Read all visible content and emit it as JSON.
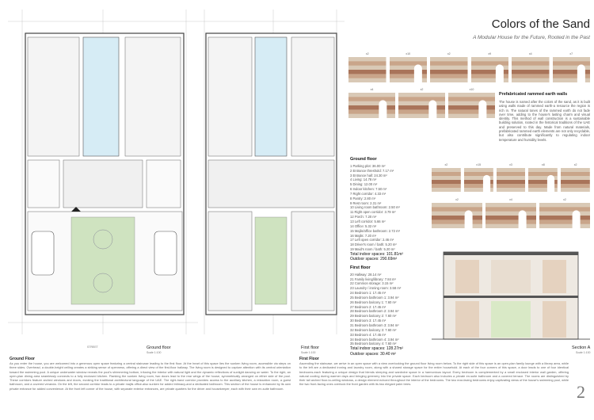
{
  "header": {
    "title": "Colors of the Sand",
    "subtitle": "A Modular House for the Future, Rooted in the Past"
  },
  "plans": {
    "ground": {
      "label": "Ground floor",
      "scale": "Scale 1:100",
      "street": "STREET"
    },
    "first": {
      "label": "First floor",
      "scale": "Scale 1:100"
    },
    "section": {
      "label": "Section A",
      "scale": "Scale 1:100"
    }
  },
  "panels": {
    "row1": [
      "x2",
      "x10",
      "x2",
      "x9",
      "x4",
      "x7"
    ],
    "row2": [
      "x4",
      "x2",
      "x10"
    ],
    "row3": [
      "x2",
      "x15",
      "x3",
      "x8",
      "x2"
    ],
    "row4": [
      "x2",
      "x4",
      "x2"
    ]
  },
  "walls": {
    "heading": "Prefabricated rammed earth walls",
    "text": "The house is named after the colors of the sand, as it is built using walls made of rammed earth-a resource the region is rich in. The natural tones of the rammed earth do not fade over time, adding to the house's lasting charm and visual identity. This method of wall construction is a sustainable building solution, rooted in the historical traditions of the UAE and preserved to this day. Made from natural materials, prefabricated rammed earth elements are not only recyclable, but also contribute significantly to regulating indoor temperature and humidity levels."
  },
  "ground_floor": {
    "heading": "Ground floor",
    "rooms": [
      "1 Parking plot: 36.00 m²",
      "2 Entrance threshold: 7.17 m²",
      "3 Entrance hall: 24.30 m²",
      "4 Living: 14.78 m²",
      "5 Dining: 12.00 m²",
      "6 Indoor kitchen: 7.50 m²",
      "7 Right corridor: 4.33 m²",
      "8 Pantry: 2.80 m²",
      "9 Rest room: 2.31 m²",
      "10 Living room bathroom: 2.50 m²",
      "11 Right open corridor: 3.79 m²",
      "12 Porch: 7.20 m²",
      "13 Left corridor: 5.66 m²",
      "14 Office: 5.32 m²",
      "15 Majlis/office bathroom: 2.72 m²",
      "16 Majlis: 7.20 m²",
      "17 Left open corridor: 2.46 m²",
      "18 Driver's room / bath: 5.20 m²",
      "19 Maid's room / bath: 5.20 m²"
    ],
    "total_indoor": "Total indoor spaces: 101.81m²",
    "outdoor": "Outdoor spaces: 290.69m²"
  },
  "first_floor": {
    "heading": "First floor",
    "rooms": [
      "20 Hallway: 28.14 m²",
      "21 Family living/library: 7.84 m²",
      "22 Common storage: 3.15 m²",
      "23 Laundry / ironing room: 3.58 m²",
      "24 Bedroom 1: 17.45 m²",
      "25 Bedroom bathroom 1: 3.94 m²",
      "26 Bedroom balcony 1: 7.60 m²",
      "27 Bedroom 2: 17.45 m²",
      "28 Bedroom bathroom 2: 3.94 m²",
      "29 Bedroom balcony 2: 7.60 m²",
      "30 Bedroom 3: 17.45 m²",
      "31 Bedroom bathroom 3: 3.94 m²",
      "32 Bedroom balcony 3: 7.60 m²",
      "33 Bedroom 4: 17.45 m²",
      "34 Bedroom bathroom 4: 3.94 m²",
      "35 Bedroom balcony 4: 7.60 m²"
    ],
    "total_indoor": "Total indoor spaces: 128.27m²",
    "outdoor": "Outdoor spaces: 30.40 m²"
  },
  "texts": {
    "ground_heading": "Ground Floor",
    "ground_text": "As you enter the house, you are welcomed into a generous open space featuring a central staircase leading to the first floor. At the heart of this space lies the sunken living room, accessible via steps on three sides. Overhead, a double-height ceiling creates a striking sense of openness, offering a direct view of the first-floor hallway. The living room is designed to capture attention with its central orientation toward the swimming pool. A unique underwater window reveals the pool's shimmering bottom, infusing the interior with natural light and the dynamic reflections of sunlight dancing on water. To the right, an open-plan dining area seamlessly connects to a fully enclosed kitchen. Flanking the sunken living room, two doors lead to the rear wings of the house, symmetrically arranged on either side of the pool. These corridors feature arched windows and doors, evoking the traditional architectural language of the UAE. The right-hand corridor provides access to the auxiliary kitchen, a relaxation room, a guest bathroom, and a covered veranda. On the left, the second corridor leads to a private majlis office-also sunken for added intimacy-and a dedicated bathroom. This section of the house is enhanced by its own private entrance for added convenience. At the front left corner of the house, with separate exterior entrances, are private quarters for the driver and housekeeper, each with their own en-suite bathroom.",
    "first_heading": "First Floor",
    "first_text": "Ascending the staircase, we arrive in an open space with a view overlooking the ground floor living room below. To the right side of this space is an open-plan family lounge with a library area, while to the left are a dedicated ironing and laundry room, along with a shared storage space for the entire household. At each of the four corners of this space, a door leads to one of four identical bedrooms-each featuring a unique design that blends sleeping and wardrobe space in a harmonious layout. Every bedroom is complemented by a small enclosed interior wall garden, offering natural cooling during warmer days and bringing greenery into the private space. Each bedroom also includes a private en-suite bathroom and a covered terrace. The rooms are distinguished by their tall arched floor-to-ceiling windows, a design element echoed throughout the interior of the bedrooms. The two rear-facing bedrooms enjoy captivating views of the house's swimming pool, while the two front-facing ones overlook the front garden with its two elegant palm trees."
  },
  "page_number": "2",
  "colors": {
    "earth_light": "#d9c9b6",
    "earth_mid": "#c9a58a",
    "earth_dark": "#a9745a",
    "pool": "#d6ecf5",
    "garden": "#cfe3c0"
  }
}
